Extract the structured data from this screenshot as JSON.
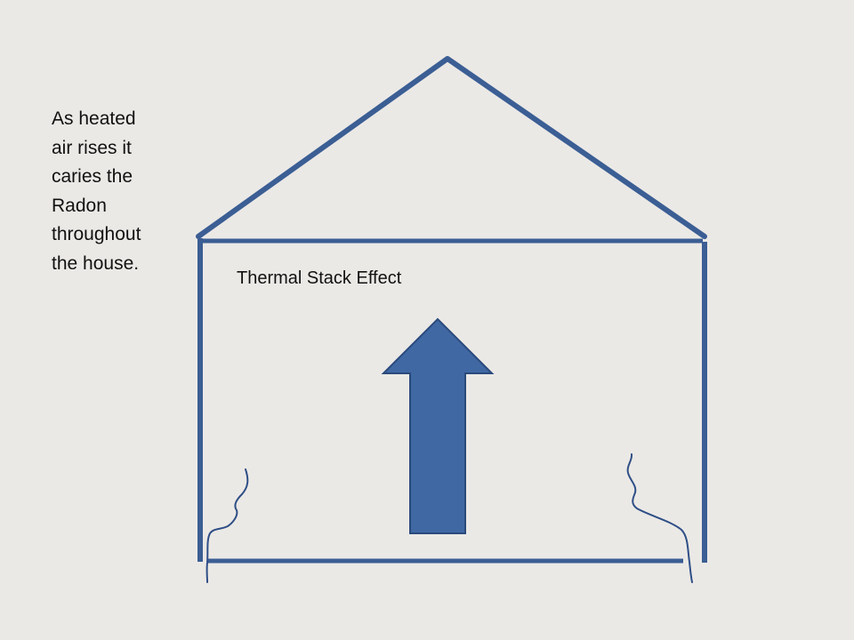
{
  "note": {
    "lines": [
      "As heated",
      "air rises it",
      "caries the",
      "Radon",
      "throughout",
      "the house."
    ]
  },
  "diagram_title": "Thermal Stack Effect",
  "colors": {
    "background": "#ebe9e6",
    "house_outline": "#3b5e94",
    "arrow_fill": "#4068a3",
    "arrow_stroke": "#2a4a7c",
    "crack": "#2f4f86",
    "text": "#111111"
  }
}
